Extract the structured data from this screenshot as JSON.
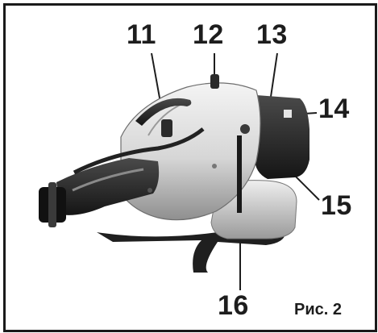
{
  "figure": {
    "caption": "Рис. 2",
    "callouts": [
      "11",
      "12",
      "13",
      "14",
      "15",
      "16"
    ]
  },
  "colors": {
    "frame": "#1a1a1a",
    "label": "#1d1d1d",
    "housing": "#d9d9d9",
    "dark_parts": "#2a2a2a"
  }
}
